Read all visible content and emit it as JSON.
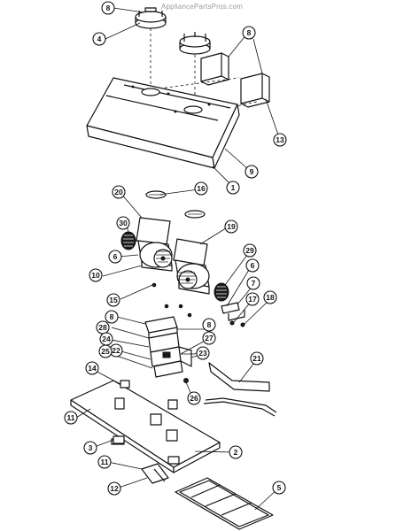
{
  "watermark": "AppliancePartsPros.com",
  "callouts": [
    {
      "id": "c-8-top",
      "label": "8"
    },
    {
      "id": "c-4",
      "label": "4"
    },
    {
      "id": "c-8-duct",
      "label": "8"
    },
    {
      "id": "c-13",
      "label": "13"
    },
    {
      "id": "c-9",
      "label": "9"
    },
    {
      "id": "c-1",
      "label": "1"
    },
    {
      "id": "c-20",
      "label": "20"
    },
    {
      "id": "c-16",
      "label": "16"
    },
    {
      "id": "c-30",
      "label": "30"
    },
    {
      "id": "c-19",
      "label": "19"
    },
    {
      "id": "c-6-left",
      "label": "6"
    },
    {
      "id": "c-10",
      "label": "10"
    },
    {
      "id": "c-29",
      "label": "29"
    },
    {
      "id": "c-6-right",
      "label": "6"
    },
    {
      "id": "c-7",
      "label": "7"
    },
    {
      "id": "c-15",
      "label": "15"
    },
    {
      "id": "c-17",
      "label": "17"
    },
    {
      "id": "c-18",
      "label": "18"
    },
    {
      "id": "c-8-mid",
      "label": "8"
    },
    {
      "id": "c-8-right",
      "label": "8"
    },
    {
      "id": "c-28",
      "label": "28"
    },
    {
      "id": "c-24",
      "label": "24"
    },
    {
      "id": "c-27",
      "label": "27"
    },
    {
      "id": "c-22",
      "label": "22"
    },
    {
      "id": "c-23",
      "label": "23"
    },
    {
      "id": "c-21",
      "label": "21"
    },
    {
      "id": "c-25",
      "label": "25"
    },
    {
      "id": "c-14",
      "label": "14"
    },
    {
      "id": "c-26",
      "label": "26"
    },
    {
      "id": "c-11-left",
      "label": "11"
    },
    {
      "id": "c-2",
      "label": "2"
    },
    {
      "id": "c-3",
      "label": "3"
    },
    {
      "id": "c-11-bottom",
      "label": "11"
    },
    {
      "id": "c-12",
      "label": "12"
    },
    {
      "id": "c-5",
      "label": "5"
    }
  ]
}
